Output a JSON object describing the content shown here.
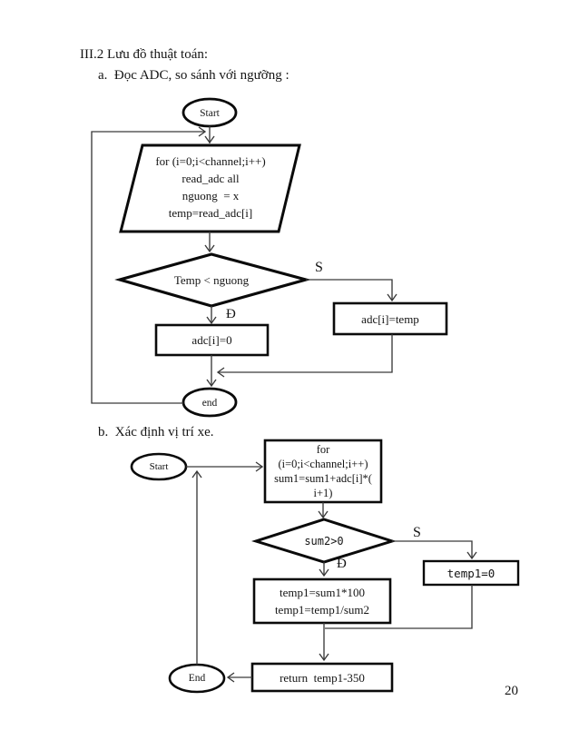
{
  "page": {
    "title": "III.2 Lưu đồ thuật toán:",
    "section_a": "a.  Đọc ADC, so sánh với ngưỡng :",
    "section_b": "b.  Xác định vị trí xe.",
    "page_number": "20"
  },
  "flowchart_a": {
    "start_label": "Start",
    "io_text": "for (i=0;i<channel;i++)\nread_adc all\nnguong  = x\ntemp=read_adc[i]",
    "decision_text": "Temp < nguong",
    "branch_false_label": "S",
    "branch_true_label": "Đ",
    "true_box": "adc[i]=0",
    "false_box": "adc[i]=temp",
    "end_label": "end"
  },
  "flowchart_b": {
    "start_label": "Start",
    "for_box": "for\n(i=0;i<channel;i++)\nsum1=sum1+adc[i]*(\ni+1)",
    "decision_text": "sum2>0",
    "branch_false_label": "S",
    "branch_true_label": "Đ",
    "false_box": "temp1=0",
    "true_box": "temp1=sum1*100\ntemp1=temp1/sum2",
    "return_box": "return  temp1-350",
    "end_label": "End"
  }
}
